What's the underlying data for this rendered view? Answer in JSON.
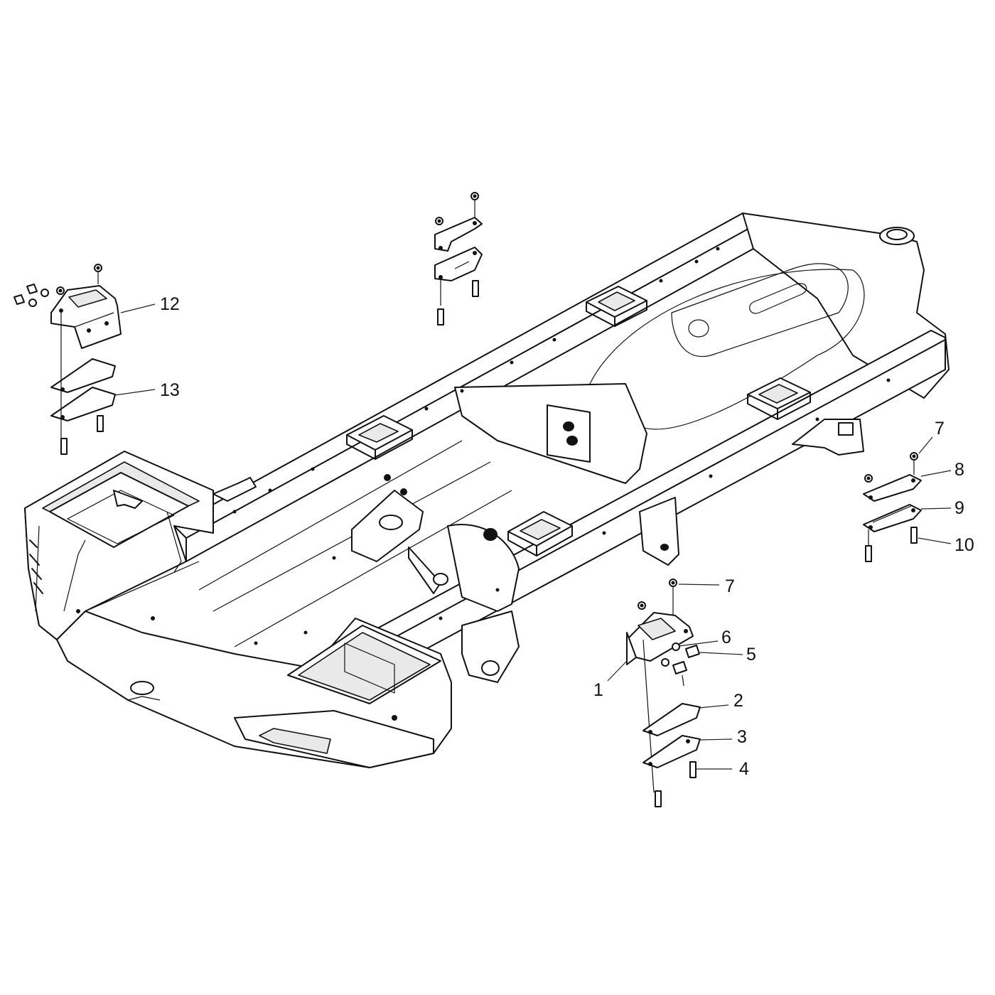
{
  "callouts": [
    {
      "id": "c1",
      "label": "1"
    },
    {
      "id": "c2",
      "label": "2"
    },
    {
      "id": "c3",
      "label": "3"
    },
    {
      "id": "c4",
      "label": "4"
    },
    {
      "id": "c5",
      "label": "5"
    },
    {
      "id": "c6",
      "label": "6"
    },
    {
      "id": "c7a",
      "label": "7"
    },
    {
      "id": "c7b",
      "label": "7"
    },
    {
      "id": "c8",
      "label": "8"
    },
    {
      "id": "c9",
      "label": "9"
    },
    {
      "id": "c10",
      "label": "10"
    },
    {
      "id": "c12",
      "label": "12"
    },
    {
      "id": "c13",
      "label": "13"
    }
  ],
  "colors": {
    "line": "#111111",
    "background": "#ffffff",
    "shade": "#e9e9e9"
  }
}
